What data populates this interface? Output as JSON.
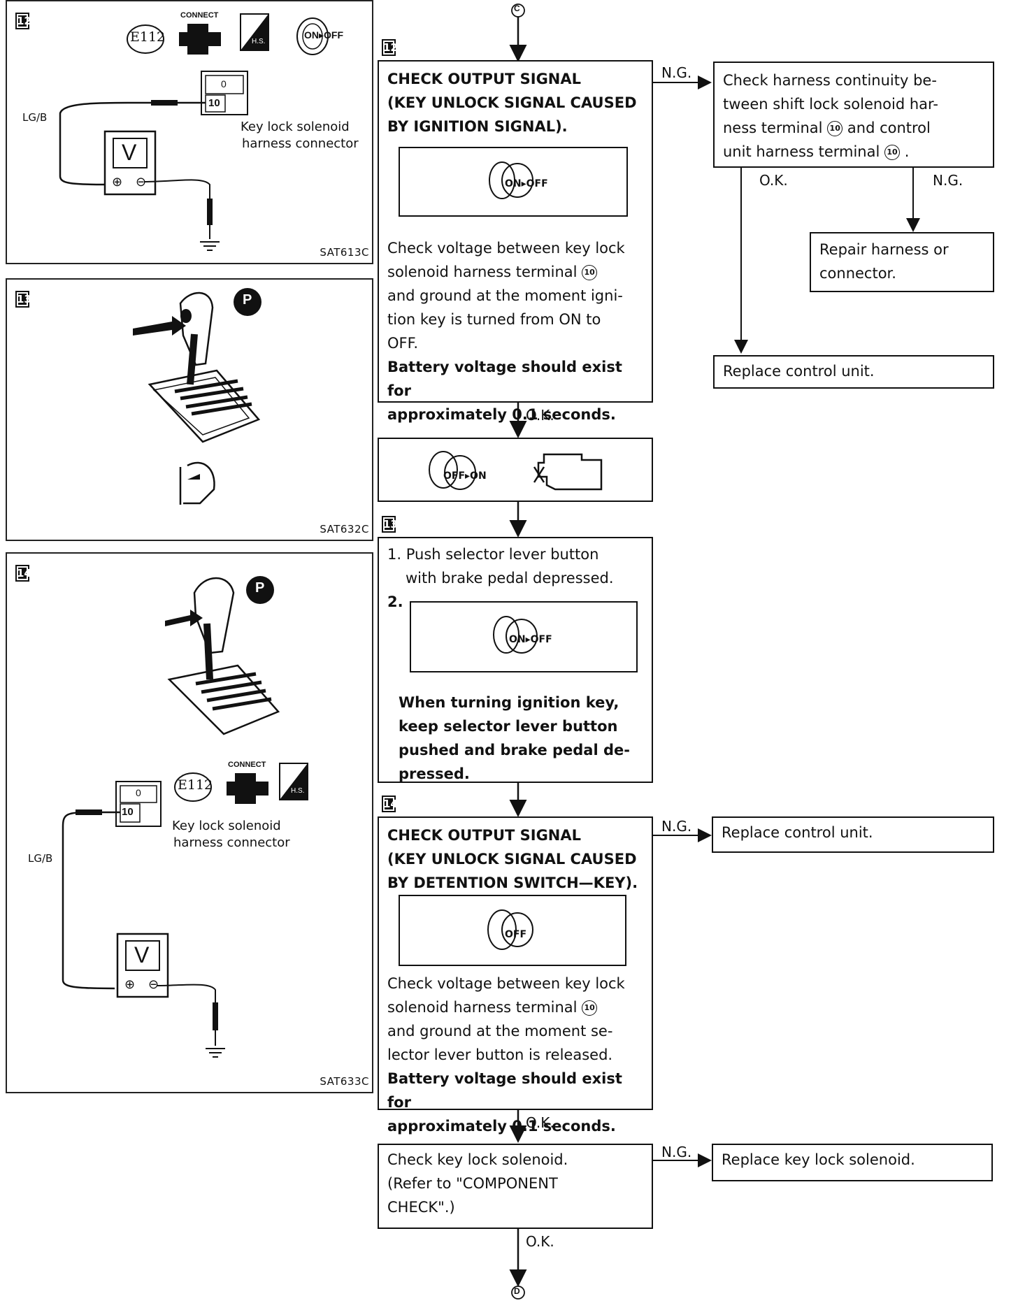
{
  "connectors": {
    "top": "C",
    "bottom": "D"
  },
  "left_panels": [
    {
      "step": "12",
      "figure_id": "SAT613C",
      "connector_id": "E112",
      "connect_label": "CONNECT",
      "hs_label": "H.S.",
      "wire_label": "LG/B",
      "terminal_top": "0",
      "terminal_num": "10",
      "meter": "V",
      "plus": "⊕",
      "minus": "⊖",
      "caption_line1": "Key lock solenoid",
      "caption_line2": "harness connector",
      "key_text": "ON▸OFF"
    },
    {
      "step": "13",
      "figure_id": "SAT632C",
      "gear": "P"
    },
    {
      "step": "14",
      "figure_id": "SAT633C",
      "gear": "P",
      "connector_id": "E112",
      "connect_label": "CONNECT",
      "hs_label": "H.S.",
      "wire_label": "LG/B",
      "terminal_top": "0",
      "terminal_num": "10",
      "meter": "V",
      "plus": "⊕",
      "minus": "⊖",
      "caption_line1": "Key lock solenoid",
      "caption_line2": "harness connector"
    }
  ],
  "flow": {
    "step12": {
      "step": "12",
      "title_lines": [
        "CHECK OUTPUT SIGNAL",
        "(KEY UNLOCK SIGNAL CAUSED",
        "BY IGNITION SIGNAL)."
      ],
      "key_text": "ON▸OFF",
      "body_lines": [
        "Check voltage between key lock",
        "solenoid harness terminal",
        "and ground at the moment igni-",
        "tion key is turned from ON to",
        "OFF."
      ],
      "terminal": "10",
      "bold_lines": [
        "Battery voltage should exist for",
        "approximately 0.1 seconds."
      ]
    },
    "ng12": {
      "label": "N.G.",
      "lines": [
        "Check harness continuity be-",
        "tween shift lock solenoid har-",
        "ness terminal",
        "and control",
        "unit harness terminal",
        "."
      ],
      "terminal": "10"
    },
    "ok_a": "O.K.",
    "ng_a": "N.G.",
    "repair": [
      "Repair harness or",
      "connector."
    ],
    "replace1": "Replace control unit.",
    "ok12": "O.K.",
    "engine_box": {
      "key_text": "OFF▸ON"
    },
    "step13": {
      "step": "13",
      "item1_lines": [
        "1. Push selector lever button",
        "with brake pedal depressed."
      ],
      "item2": "2.",
      "key_text": "ON▸OFF",
      "bold_lines": [
        "When turning ignition key,",
        "keep selector lever button",
        "pushed and brake pedal de-",
        "pressed."
      ]
    },
    "step14": {
      "step": "14",
      "title_lines": [
        "CHECK OUTPUT SIGNAL",
        "(KEY UNLOCK SIGNAL CAUSED",
        "BY DETENTION SWITCH—KEY)."
      ],
      "key_text": "OFF",
      "body_lines": [
        "Check voltage between key lock",
        "solenoid harness terminal",
        "and ground at the moment se-",
        "lector lever button is released."
      ],
      "terminal": "10",
      "bold_lines": [
        "Battery voltage should exist for",
        "approximately 0.1 seconds."
      ]
    },
    "ng14": {
      "label": "N.G.",
      "text": "Replace control unit."
    },
    "ok14": "O.K.",
    "solenoid": {
      "lines": [
        "Check key lock solenoid.",
        "(Refer to \"COMPONENT",
        "CHECK\".)"
      ]
    },
    "ng_sol": {
      "label": "N.G.",
      "text": "Replace key lock solenoid."
    },
    "ok_sol": "O.K."
  }
}
